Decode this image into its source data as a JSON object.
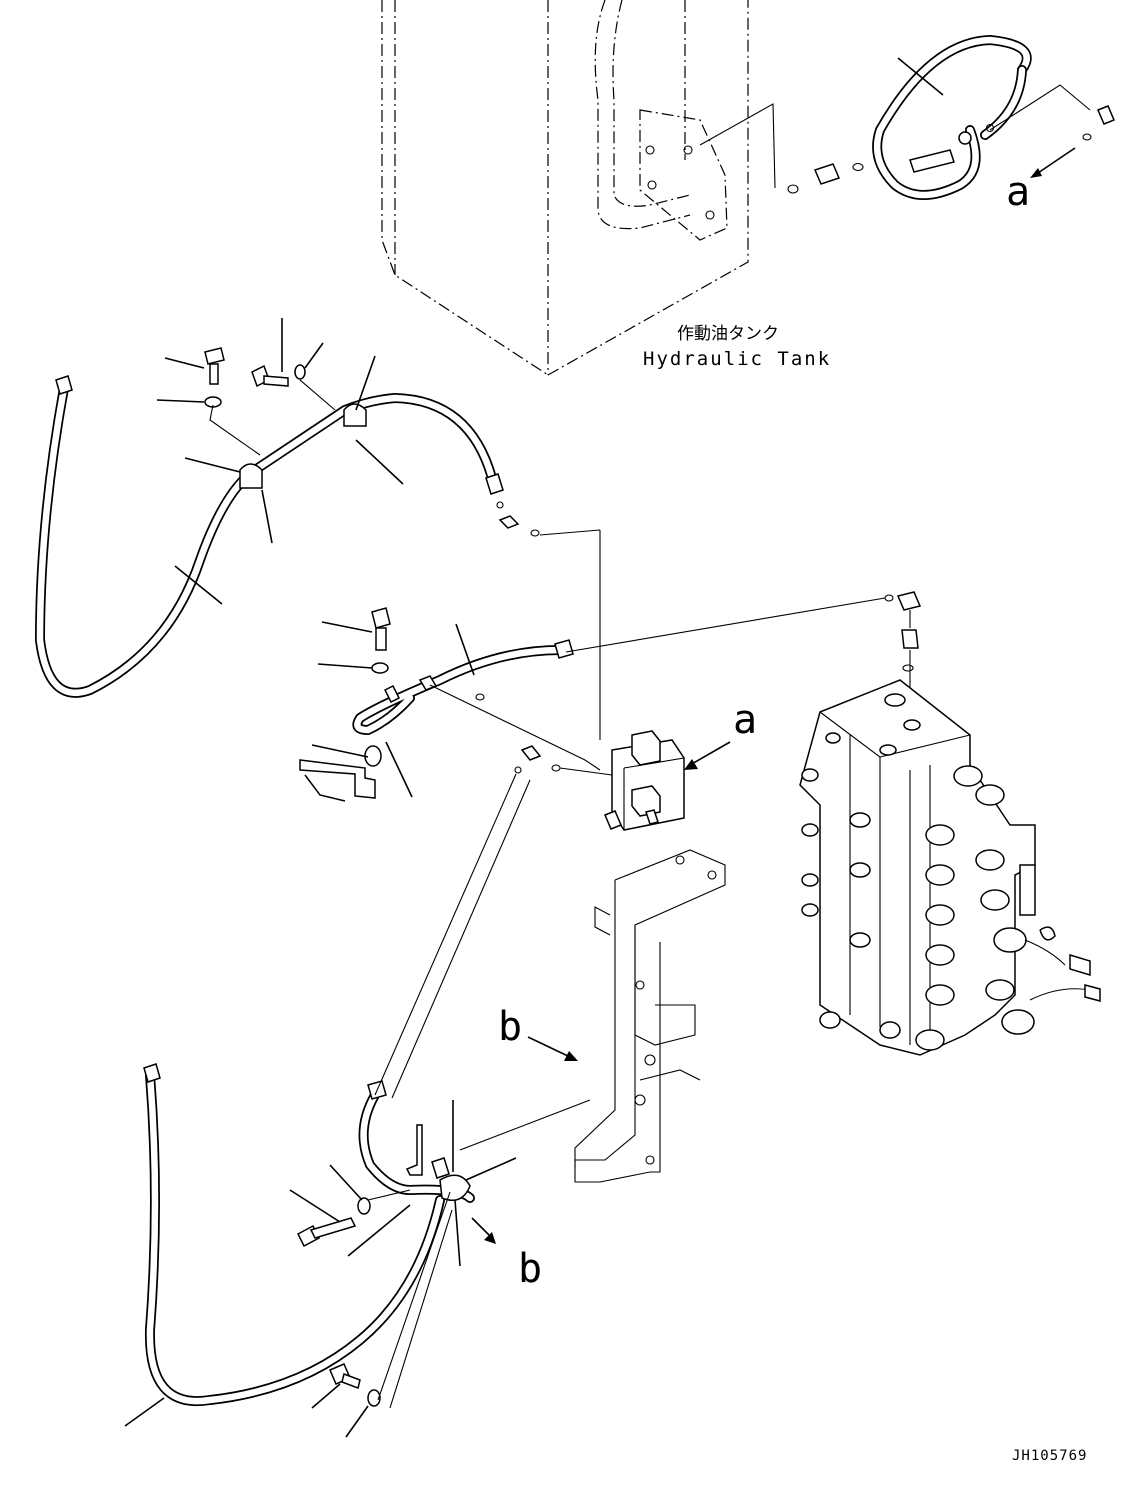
{
  "labels": {
    "tank_jp": "作動油タンク",
    "tank_en": "Hydraulic Tank",
    "view_a_top": "a",
    "view_a_mid": "a",
    "view_b_left": "b",
    "view_b_bottom": "b",
    "drawing_number": "JH105769"
  }
}
